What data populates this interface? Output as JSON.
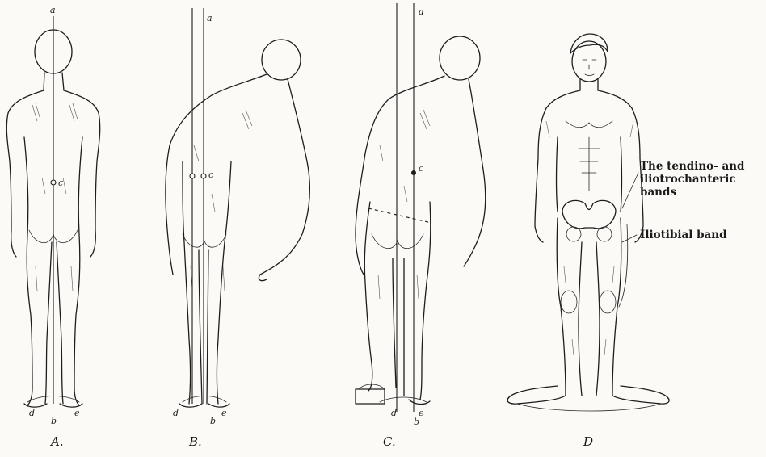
{
  "figures": [
    {
      "caption": "A.",
      "point_labels": {
        "top": "a",
        "center": "c",
        "left_foot": "d",
        "bottom": "b",
        "right_foot": "e"
      }
    },
    {
      "caption": "B.",
      "point_labels": {
        "top": "a",
        "center": "c",
        "left_foot": "d",
        "bottom": "b",
        "right_foot": "e"
      }
    },
    {
      "caption": "C.",
      "point_labels": {
        "top": "a",
        "center": "c",
        "left_foot": "d",
        "bottom": "b",
        "right_foot": "e"
      }
    },
    {
      "caption": "D"
    }
  ],
  "annotations": {
    "band_line1": "The tendino- and",
    "band_line2": "iliotrochanteric",
    "band_line3": "bands",
    "iliotibial": "Iliotibial band"
  }
}
